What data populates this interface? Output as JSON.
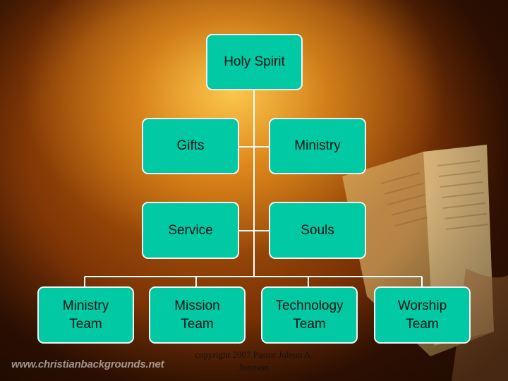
{
  "root": {
    "label": "Holy Spirit"
  },
  "middle": [
    {
      "label": "Gifts"
    },
    {
      "label": "Ministry"
    },
    {
      "label": "Service"
    },
    {
      "label": "Souls"
    }
  ],
  "teams": [
    {
      "label": "Ministry\nTeam"
    },
    {
      "label": "Mission\nTeam"
    },
    {
      "label": "Technology\nTeam"
    },
    {
      "label": "Worship\nTeam"
    }
  ],
  "copyright": "copyright 2007 Pastor Juleun A.\nJohnson",
  "watermark": "www.christianbackgrounds.net",
  "colors": {
    "node_fill": "#00c9a4",
    "node_border": "#f3f3f3",
    "connector": "#ffffff"
  }
}
